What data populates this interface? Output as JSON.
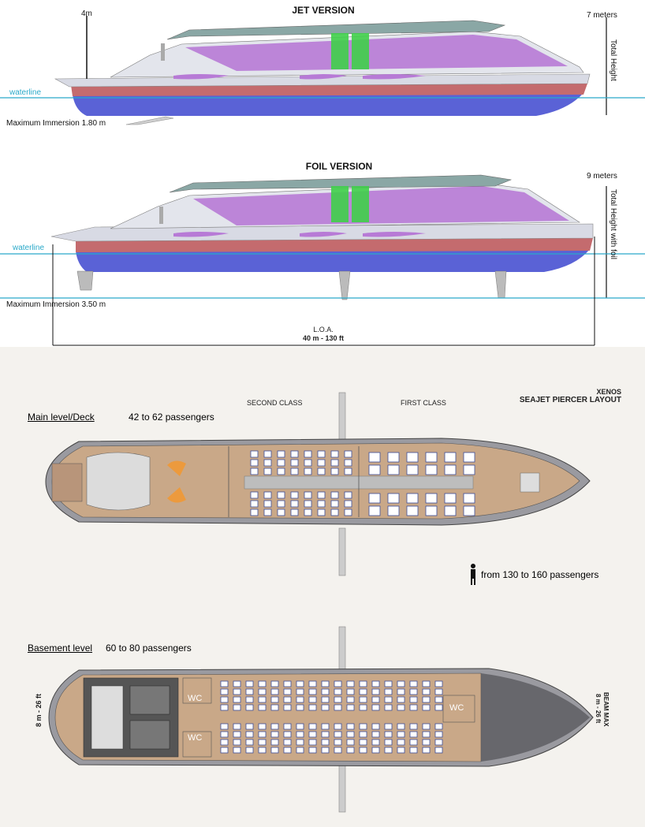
{
  "jet": {
    "title": "JET VERSION",
    "height_4m": "4m",
    "total_height_value": "7 meters",
    "total_height_label": "Total Height",
    "waterline": "waterline",
    "immersion": "Maximum Immersion 1.80 m"
  },
  "foil": {
    "title": "FOIL VERSION",
    "total_height_value": "9 meters",
    "total_height_label": "Total Height with foil",
    "waterline": "waterline",
    "immersion": "Maximum Immersion 3.50 m",
    "loa_label": "L.O.A.",
    "loa_value": "40 m - 130 ft"
  },
  "layout": {
    "brand": "XENOS",
    "title": "SEAJET PIERCER LAYOUT",
    "second_class": "SECOND CLASS",
    "first_class": "FIRST CLASS",
    "main_level": "Main level/Deck",
    "main_capacity": "42 to 62 passengers",
    "total_capacity": "from 130 to 160 passengers",
    "basement_level": "Basement level",
    "basement_capacity": "60 to 80 passengers",
    "wc": "WC",
    "beam_left": "8 m - 26 ft",
    "beam_max_label": "BEAM MAX",
    "beam_max_value": "8 m - 26 ft"
  },
  "colors": {
    "waterline": "#2aa9c9",
    "hull_blue": "#5a62d6",
    "hull_red": "#c46b6e",
    "glass_purple": "#b77ad6",
    "glass_green": "#3fcf4a",
    "deck_wood": "#c9a888",
    "seat_blue": "#3c4d9a"
  }
}
